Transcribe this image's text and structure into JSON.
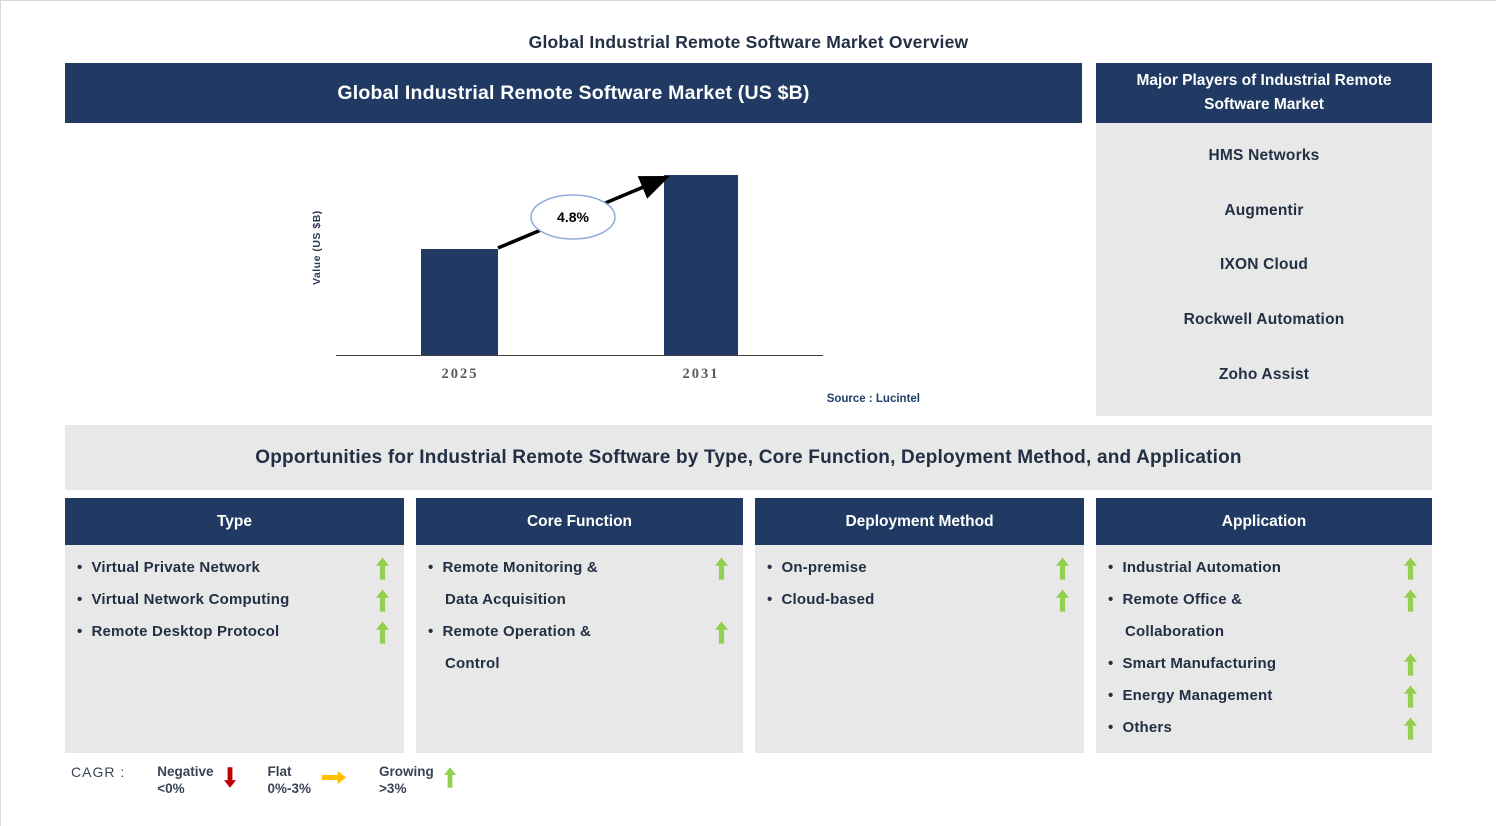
{
  "page_title": "Global Industrial Remote Software Market Overview",
  "colors": {
    "navy_header": "#213A63",
    "panel_gray": "#E8E8E8",
    "bar_navy": "#213A63",
    "growing_green": "#92D050",
    "negative_red": "#C00000",
    "flat_orange": "#FFC000",
    "dark_text": "#222F44",
    "axis_label_gray": "#595959",
    "source_blue": "#1F4068"
  },
  "chart_section": {
    "header": "Global Industrial Remote Software Market (US $B)",
    "source": "Source : Lucintel"
  },
  "chart_data": {
    "type": "bar",
    "title": "Global Industrial Remote Software Market (US $B)",
    "categories": [
      "2025",
      "2031"
    ],
    "values_pct_of_max": [
      59,
      100
    ],
    "cagr_label": "4.8%",
    "ylabel": "Value (US $B)",
    "xlabel": "",
    "bar_color": "#213A63",
    "grid": "off",
    "annotation": "arrow from 2025 bar top to 2031 bar top through 4.8% ellipse"
  },
  "major_players": {
    "header": "Major Players of Industrial Remote Software Market",
    "players": [
      "HMS Networks",
      "Augmentir",
      "IXON Cloud",
      "Rockwell Automation",
      "Zoho Assist"
    ]
  },
  "opportunities": {
    "banner": "Opportunities for Industrial Remote Software by Type, Core Function, Deployment Method, and Application",
    "columns": [
      {
        "header": "Type",
        "items": [
          {
            "label": "Virtual Private Network",
            "lines": [
              "Virtual Private Network"
            ],
            "trend": "growing"
          },
          {
            "label": "Virtual Network Computing",
            "lines": [
              "Virtual Network Computing"
            ],
            "trend": "growing"
          },
          {
            "label": "Remote Desktop Protocol",
            "lines": [
              "Remote Desktop Protocol"
            ],
            "trend": "growing"
          }
        ]
      },
      {
        "header": "Core Function",
        "items": [
          {
            "label": "Remote Monitoring & Data Acquisition",
            "lines": [
              "Remote Monitoring &",
              "Data Acquisition"
            ],
            "trend": "growing"
          },
          {
            "label": "Remote Operation & Control",
            "lines": [
              "Remote Operation &",
              "Control"
            ],
            "trend": "growing"
          }
        ]
      },
      {
        "header": "Deployment Method",
        "items": [
          {
            "label": "On-premise",
            "lines": [
              "On-premise"
            ],
            "trend": "growing"
          },
          {
            "label": "Cloud-based",
            "lines": [
              "Cloud-based"
            ],
            "trend": "growing"
          }
        ]
      },
      {
        "header": "Application",
        "items": [
          {
            "label": "Industrial Automation",
            "lines": [
              "Industrial Automation"
            ],
            "trend": "growing"
          },
          {
            "label": "Remote Office & Collaboration",
            "lines": [
              "Remote Office &",
              "Collaboration"
            ],
            "trend": "growing"
          },
          {
            "label": "Smart Manufacturing",
            "lines": [
              "Smart Manufacturing"
            ],
            "trend": "growing"
          },
          {
            "label": "Energy Management",
            "lines": [
              "Energy Management"
            ],
            "trend": "growing"
          },
          {
            "label": "Others",
            "lines": [
              "Others"
            ],
            "trend": "growing"
          }
        ]
      }
    ]
  },
  "legend": {
    "label": "CAGR :",
    "items": [
      {
        "name": "Negative",
        "range": "<0%",
        "direction": "down",
        "color": "#C00000"
      },
      {
        "name": "Flat",
        "range": "0%-3%",
        "direction": "right",
        "color": "#FFC000"
      },
      {
        "name": "Growing",
        "range": ">3%",
        "direction": "up",
        "color": "#92D050"
      }
    ]
  }
}
